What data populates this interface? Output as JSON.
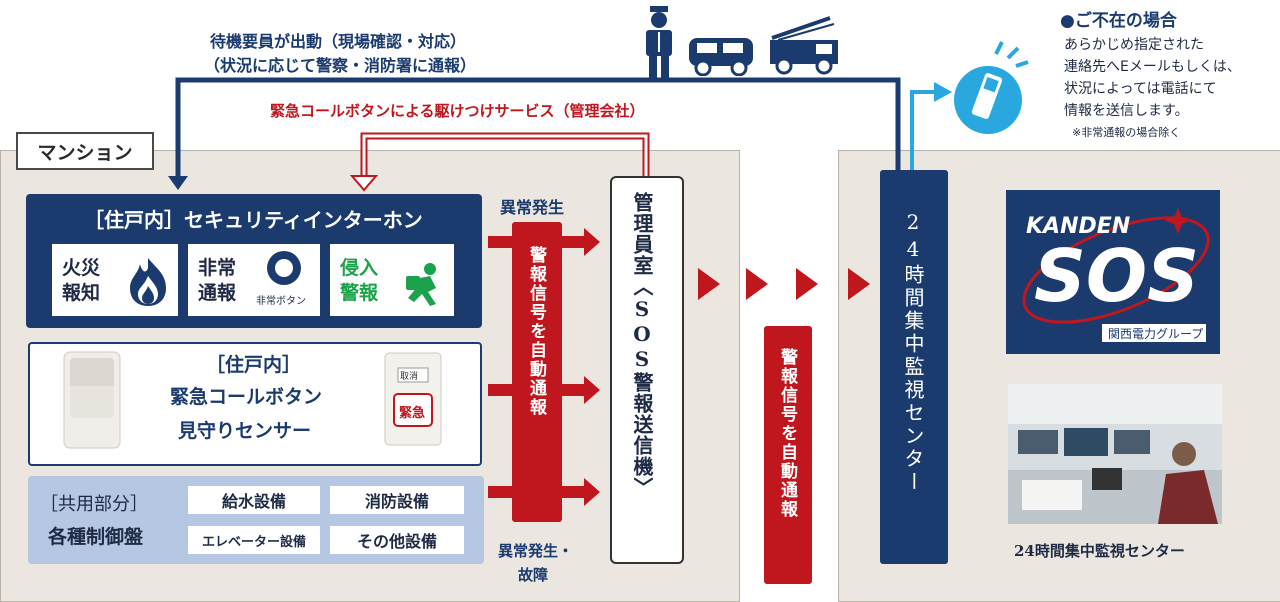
{
  "top_labels": {
    "dispatch_line1": "待機要員が出動（現場確認・対応）",
    "dispatch_line2": "（状況に応じて警察・消防署に通報）",
    "rush_service": "緊急コールボタンによる駆けつけサービス（管理会社）"
  },
  "absence": {
    "heading": "●ご不在の場合",
    "line1": "あらかじめ指定された",
    "line2": "連絡先へEメールもしくは、",
    "line3": "状況によっては電話にて",
    "line4": "情報を送信します。",
    "note": "※非常通報の場合除く"
  },
  "mansion_tab": "マンション",
  "intercom": {
    "title": "［住戸内］セキュリティインターホン",
    "fire": "火災\n報知",
    "emergency": "非常\n通報",
    "emergency_button_caption": "非常ボタン",
    "intrusion": "侵入\n警報"
  },
  "callbutton": {
    "line1": "［住戸内］",
    "line2": "緊急コールボタン",
    "line3": "見守りセンサー",
    "device_top_label": "取消",
    "device_button_label": "緊急"
  },
  "shared": {
    "title_line1": "［共用部分］",
    "title_line2": "各種制御盤",
    "items": [
      "給水設備",
      "消防設備",
      "エレベーター設備",
      "その他設備"
    ]
  },
  "signals": {
    "abnormal_top": "異常発生",
    "auto_signal": "警報信号を自動通報",
    "abnormal_bottom_line1": "異常発生・",
    "abnormal_bottom_line2": "故障"
  },
  "kanri_room": "管理員室〈SOS警報送信機〉",
  "signal2": "警報信号を自動通報",
  "center": "24時間集中監視センター",
  "logo": {
    "top": "KANDEN",
    "main": "SOS",
    "sub": "関西電力グループ"
  },
  "photo_caption": "24時間集中監視センター",
  "colors": {
    "navy": "#1b3b6f",
    "red": "#c0161d",
    "sky": "#29a8e0",
    "beige": "#ebe6df",
    "green": "#1aa34a"
  }
}
